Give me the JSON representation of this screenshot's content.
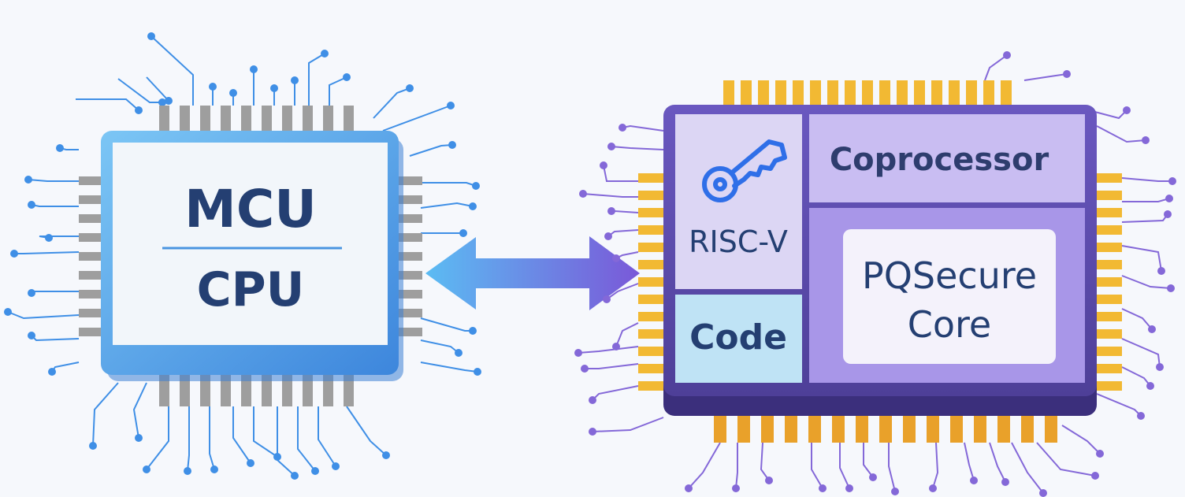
{
  "mcu_chip": {
    "line1": "MCU",
    "line2": "CPU",
    "colors": {
      "body": "#5aa9ee",
      "face": "#f2f6fa",
      "text": "#243f72",
      "pin": "#9e9e9e",
      "traces": "#3f8fe6"
    }
  },
  "link_arrow": {
    "direction": "bidirectional",
    "colors": {
      "start": "#5bbcf3",
      "end": "#7a58d8"
    }
  },
  "secure_chip": {
    "risc_v_label": "RISC-V",
    "code_label": "Code",
    "coprocessor_label": "Coprocessor",
    "core_label_line1": "PQSecure",
    "core_label_line2": "Core",
    "icon": "key-icon",
    "colors": {
      "body": "#5a4aa8",
      "riscv": "#dcd6f4",
      "code": "#bfe3f5",
      "coprocessor": "#c9bdf2",
      "core": "#a896e8",
      "core_inner": "#f4f2fb",
      "text": "#243f72",
      "pin": "#f2b933",
      "traces": "#8468d8"
    }
  }
}
